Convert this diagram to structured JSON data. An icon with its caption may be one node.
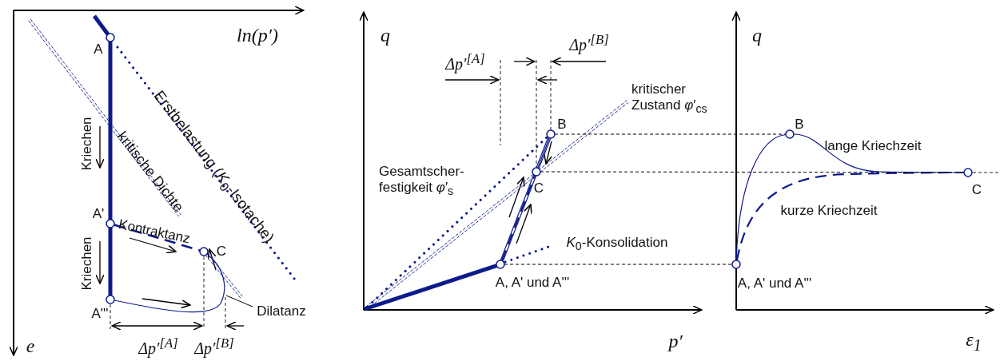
{
  "diagram": {
    "nodes": [
      {
        "text": [],
        "shape": "circle",
        "beside": [
          "A"
        ]
      },
      {
        "text": [],
        "shape": "circle",
        "beside": [
          "A'"
        ]
      },
      {
        "text": [],
        "shape": "circle",
        "beside": [
          "A'''"
        ]
      },
      {
        "text": [],
        "shape": "circle",
        "beside": [
          "C"
        ]
      },
      {
        "text": [
          "Dilatanz"
        ]
      },
      {
        "text": [],
        "shape": "circle",
        "beside": [
          "A, A' und A'''"
        ]
      },
      {
        "text": [],
        "shape": "circle",
        "beside": [
          "B"
        ]
      },
      {
        "text": [],
        "shape": "circle",
        "beside": [
          "C"
        ]
      },
      {
        "text": [],
        "shape": "circle",
        "beside": [
          "A, A' und A'''"
        ]
      },
      {
        "text": [],
        "shape": "circle",
        "beside": [
          "B"
        ]
      },
      {
        "text": [],
        "shape": "circle",
        "beside": [
          "C"
        ]
      }
    ],
    "edges": [
      {
        "from": null,
        "to": 0,
        "arrow": "none",
        "style": "thick"
      },
      {
        "from": 0,
        "to": 1,
        "arrow": "none",
        "style": "thick"
      },
      {
        "from": 1,
        "to": 2,
        "arrow": "none",
        "style": "thick"
      },
      {
        "from": 1,
        "to": 3,
        "arrow": "none",
        "style": "dashed"
      },
      {
        "from": 2,
        "to": 3,
        "arrow": "none"
      },
      {
        "from": 4,
        "to": null,
        "arrow": "none",
        "color": "#000000"
      },
      {
        "from": null,
        "to": 5,
        "arrow": "none",
        "style": "thick"
      },
      {
        "from": 5,
        "to": 6,
        "arrow": "none"
      },
      {
        "from": 6,
        "to": 7,
        "arrow": "none"
      },
      {
        "from": 5,
        "to": 7,
        "arrow": "none",
        "style": "dashed"
      },
      {
        "from": 8,
        "to": 9,
        "arrow": "none"
      },
      {
        "from": 9,
        "to": 10,
        "arrow": "none"
      },
      {
        "from": 8,
        "to": 10,
        "arrow": "none",
        "style": "dashed"
      },
      {
        "from": 6,
        "to": 9,
        "arrow": "none",
        "style": "dashed",
        "color": "#000000"
      },
      {
        "from": 7,
        "to": 10,
        "arrow": "none",
        "style": "dashed",
        "color": "#000000"
      },
      {
        "from": 5,
        "to": 8,
        "arrow": "none",
        "style": "dashed",
        "color": "#000000"
      }
    ],
    "labels": [
      "ln(*p*′)",
      "Erstbelastung (*K*$_{0}$-Isotache)",
      "kritische Dichte",
      "Kriechen",
      "Kontraktanz",
      "Kriechen",
      "e",
      "Δp′$^{[A]}$",
      "Δp′$^{[B]}$",
      "q",
      "Δp′$^{[A]}$",
      "Δp′$^{[B]}$",
      "kritischer Zustand *φ*′$_{cs}$",
      "Gesamtscher- festigkeit *φ*′$_{s}$",
      "*K*$_{0}$-Konsolidation",
      "p′",
      "q",
      "lange Kriechzeit",
      "kurze Kriechzeit",
      "ε$_{1}$"
    ]
  }
}
